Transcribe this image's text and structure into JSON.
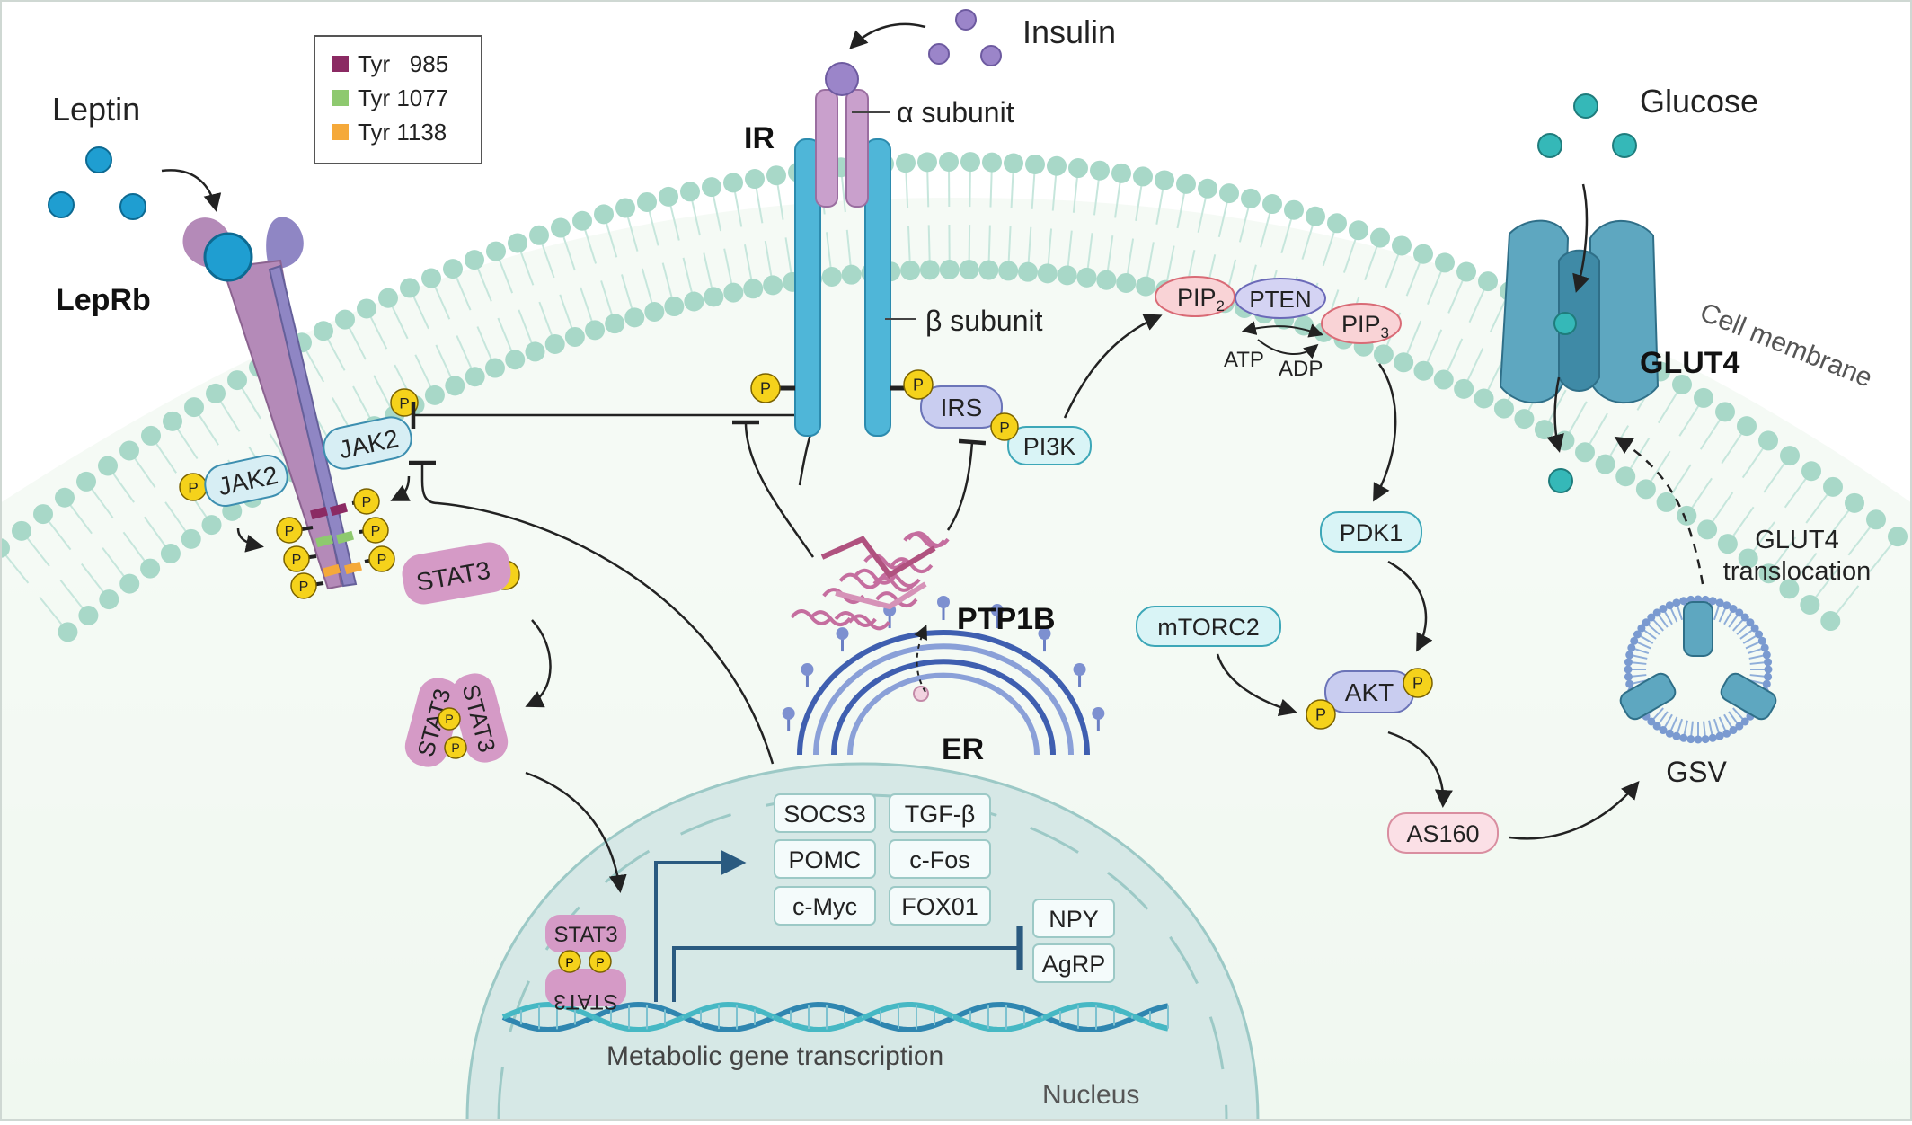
{
  "legend": {
    "items": [
      {
        "label": "Tyr   985",
        "color": "#8b2a63"
      },
      {
        "label": "Tyr 1077",
        "color": "#8ec96f"
      },
      {
        "label": "Tyr 1138",
        "color": "#f5a93a"
      }
    ]
  },
  "labels": {
    "leptin": "Leptin",
    "leprb": "LepRb",
    "insulin": "Insulin",
    "ir": "IR",
    "alpha_subunit": "α subunit",
    "beta_subunit": "β subunit",
    "glucose": "Glucose",
    "glut4": "GLUT4",
    "cell_membrane": "Cell membrane",
    "ptp1b": "PTP1B",
    "er": "ER",
    "jak2_left": "JAK2",
    "jak2_right": "JAK2",
    "stat3": "STAT3",
    "stat3_dimer_a": "STAT3",
    "stat3_dimer_b": "STAT3",
    "stat3_nuc_a": "STAT3",
    "stat3_nuc_b": "STAT3",
    "irs": "IRS",
    "pi3k": "PI3K",
    "pip2_base": "PIP",
    "pip2_sub": "2",
    "pten": "PTEN",
    "pip3_base": "PIP",
    "pip3_sub": "3",
    "atp": "ATP",
    "adp": "ADP",
    "pdk1": "PDK1",
    "mtorc2": "mTORC2",
    "akt": "AKT",
    "as160": "AS160",
    "gsv": "GSV",
    "glut4_translocation_1": "GLUT4",
    "glut4_translocation_2": "translocation",
    "nucleus": "Nucleus",
    "gene_transcription": "Metabolic gene transcription",
    "p": "P"
  },
  "genes": {
    "upregulated": [
      "SOCS3",
      "TGF-β",
      "POMC",
      "c-Fos",
      "c-Myc",
      "FOX01"
    ],
    "downregulated": [
      "NPY",
      "AgRP"
    ]
  },
  "colors": {
    "membrane_head": "#a8d8c8",
    "receptor_blue": "#4fb6d8",
    "receptor_purple": "#c9a0cc",
    "leprb_purple": "#b48ab8",
    "leprb_violet": "#8f86c4",
    "phospho_yellow": "#f5d21b",
    "nucleus_fill": "#d6e8e6",
    "glut4_blue": "#5ea7c0",
    "ligand_blue": "#1f9ed1",
    "insulin_purple": "#9b85c9",
    "glucose_teal": "#35b8b8"
  }
}
